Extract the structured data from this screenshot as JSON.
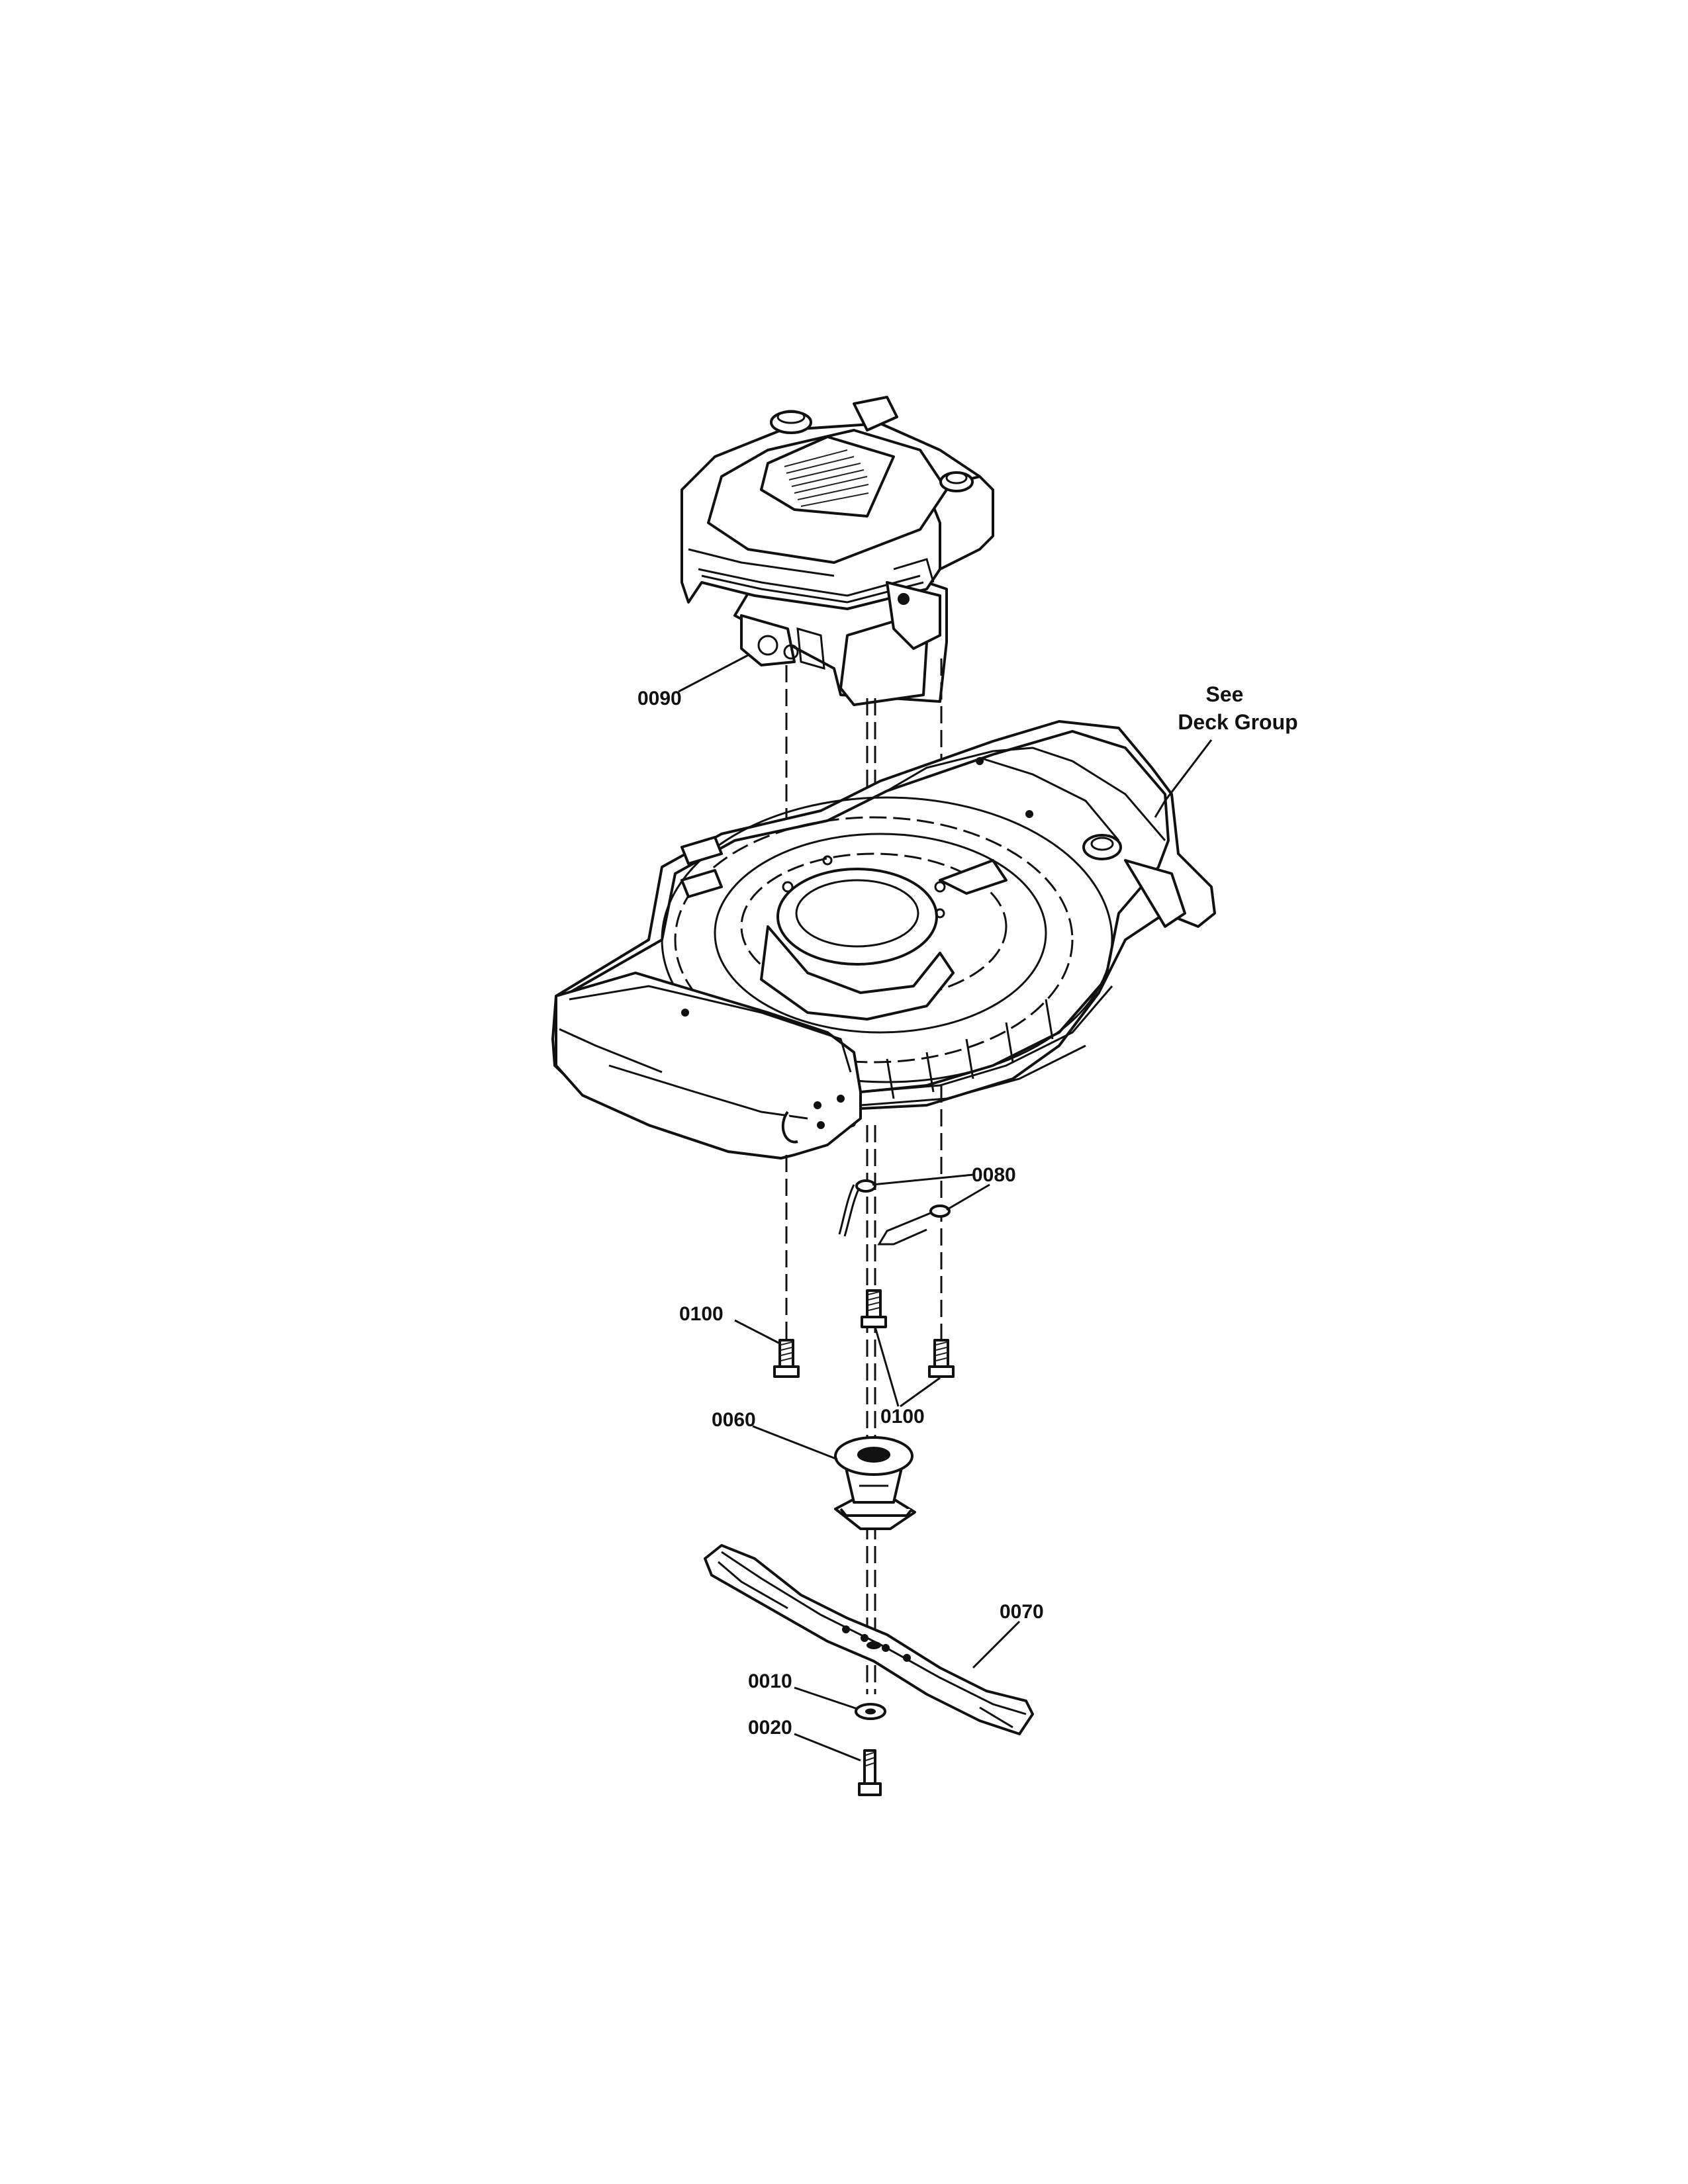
{
  "labels": {
    "engine": "0090",
    "deck_note_line1": "See",
    "deck_note_line2": "Deck Group",
    "washer_pins": "0080",
    "bolt_left": "0100",
    "bolt_right": "0100",
    "adapter": "0060",
    "blade": "0070",
    "washer": "0010",
    "blade_bolt": "0020"
  }
}
